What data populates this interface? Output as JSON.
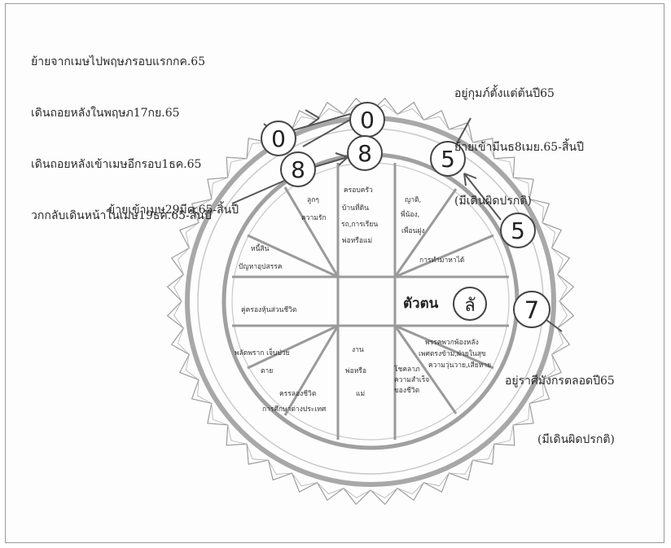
{
  "notes": {
    "top_left": [
      "ย้ายจากเมษไปพฤษภรอบแรกกค.65",
      "เดินถอยหลังในพฤษภ17กย.65",
      "เดินถอยหลังเข้าเมษอีกรอบ1ธค.65",
      "วกกลับเดินหน้าในเมษ19ธค.65-สิ้นปี"
    ],
    "top_right": [
      "อยู่กุมภ์ตั้งแต่ต้นปี65",
      "ย้ายเข้ามีนธ8เมย.65-สิ้นปี",
      "(มีเดินผิดปรกติ)"
    ],
    "mid_left": "ย้ายเข้าเมษ29มีค.65-สิ้นปี",
    "right": [
      "อยู่ราศีมังกรตลอดปี65",
      "(มีเดินผิดปรกติ)"
    ]
  },
  "planets": {
    "zero_outer": "0",
    "zero_inner": "0",
    "eight_outer": "8",
    "eight_inner": "8",
    "five_inner": "5",
    "five_outer": "5",
    "seven": "7",
    "lagna": "ลั"
  },
  "houses": {
    "top_left": [
      "ลูกๆ",
      "ความรัก"
    ],
    "top_center": [
      "ครอบครัว",
      "บ้านที่ดิน",
      "รถ,การเรียน",
      "พ่อหรือแม่"
    ],
    "top_right": [
      "ญาติ,",
      "พี่น้อง,",
      "เพื่อนฝูง"
    ],
    "right_upper": "การทำมาหาได้",
    "left_upper": [
      "หนี้สิน",
      "ปัญหาอุปสรรค"
    ],
    "left_middle": "คู่ครองหุ้นส่วนชีวิต",
    "center_right": "ตัวตน",
    "left_lower": [
      "พลัดพราก เจ็บป่วย",
      "ตาย"
    ],
    "bottom_center": [
      "งาน",
      "พ่อหรือ",
      "แม่"
    ],
    "bottom_left": [
      "ครรลองชีวิต",
      "การศึกษาต่างประเทศ"
    ],
    "bottom_right_a": [
      "พรรคพวกพ้องหลัง",
      "เพศตรงข้าม,ฝ่ายในสุข"
    ],
    "bottom_right_b": [
      "ความวุ่นวาย,เสียหาย"
    ],
    "bottom_right_c": [
      "โชคลาภ",
      "ความสำเร็จ",
      "ของชีวิต"
    ]
  }
}
